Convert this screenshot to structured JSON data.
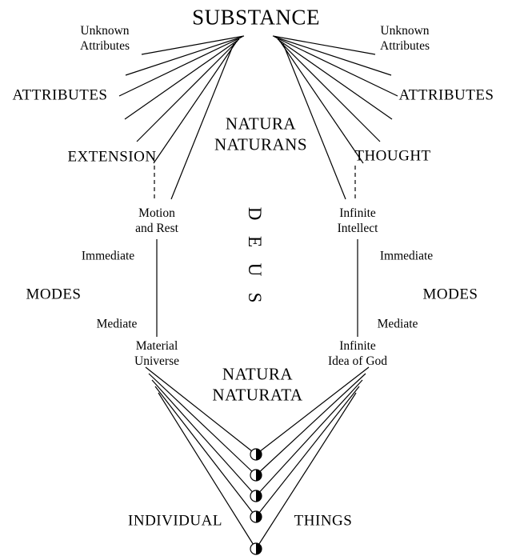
{
  "diagram": {
    "title": "SUBSTANCE",
    "unknown_left": {
      "line1": "Unknown",
      "line2": "Attributes"
    },
    "unknown_right": {
      "line1": "Unknown",
      "line2": "Attributes"
    },
    "attributes_left": "ATTRIBUTES",
    "attributes_right": "ATTRIBUTES",
    "natura_naturans": {
      "line1": "NATURA",
      "line2": "NATURANS"
    },
    "extension": "EXTENSION",
    "thought": "THOUGHT",
    "motion_and_rest": {
      "line1": "Motion",
      "line2": "and Rest"
    },
    "infinite_intellect": {
      "line1": "Infinite",
      "line2": "Intellect"
    },
    "deus": {
      "l1": "D",
      "l2": "E",
      "l3": "U",
      "l4": "S"
    },
    "immediate_left": "Immediate",
    "immediate_right": "Immediate",
    "modes_left": "MODES",
    "modes_right": "MODES",
    "mediate_left": "Mediate",
    "mediate_right": "Mediate",
    "material_universe": {
      "line1": "Material",
      "line2": "Universe"
    },
    "infinite_idea_of_god": {
      "line1": "Infinite",
      "line2": "Idea of God"
    },
    "natura_naturata": {
      "line1": "NATURA",
      "line2": "NATURATA"
    },
    "individual": "INDIVIDUAL",
    "things": "THINGS",
    "colors": {
      "line": "#000000",
      "text": "#000000",
      "background": "#ffffff"
    }
  }
}
